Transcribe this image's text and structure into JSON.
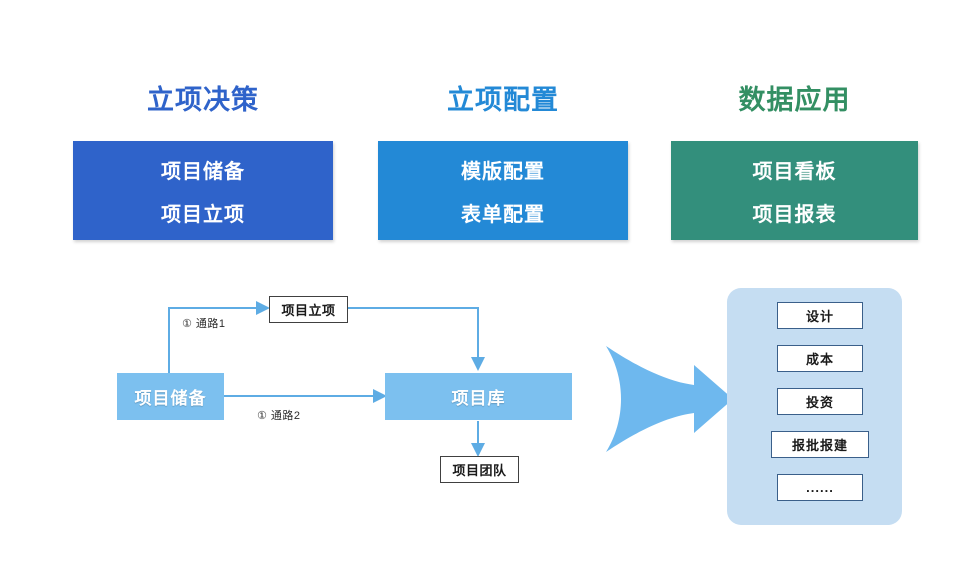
{
  "columns": [
    {
      "title": "立项决策",
      "title_color": "#2f63ca",
      "box_color": "#2f63ca",
      "items": [
        "项目储备",
        "项目立项"
      ]
    },
    {
      "title": "立项配置",
      "title_color": "#2389d6",
      "box_color": "#2389d6",
      "items": [
        "模版配置",
        "表单配置"
      ]
    },
    {
      "title": "数据应用",
      "title_color": "#338f63",
      "box_color": "#338f7c",
      "items": [
        "项目看板",
        "项目报表"
      ]
    }
  ],
  "flow": {
    "nodes": {
      "reserve": "项目储备",
      "initiation": "项目立项",
      "library": "项目库",
      "team": "项目团队"
    },
    "labels": {
      "path1": "① 通路1",
      "path2": "① 通路2"
    },
    "node_color": "#7cc0ef",
    "connector_color": "#5eace4"
  },
  "arrow": {
    "name": "big-right-arrow",
    "color": "#6eb8ee"
  },
  "panel": {
    "background": "#c5ddf2",
    "items": [
      "设计",
      "成本",
      "投资",
      "报批报建",
      "......"
    ]
  }
}
